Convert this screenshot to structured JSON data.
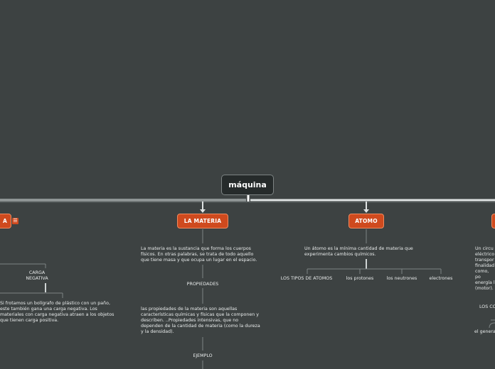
{
  "root": {
    "label": "máquina"
  },
  "topics": {
    "left_partial": "A",
    "materia": "LA MATERIA",
    "atomo": "ATOMO",
    "right_partial": ""
  },
  "left_branch": {
    "carga_negativa": "CARGA\nNEGATIVA",
    "boligrafo_text": "Si frotamos un bolígrafo de plástico con un paño,\neste también gana una carga negativa. Los\nmateriales con carga negativa atraen a los objetos\nque tienen carga positiva."
  },
  "materia_branch": {
    "definition": "La materia es la sustancia que forma los cuerpos\nfísicos. En otras palabras, se trata de todo aquello\nque tiene masa y que ocupa un lugar en el espacio.",
    "propiedades": "PROPIEDADES",
    "propiedades_text": "las propiedades de la materia son aquellas\ncaracterísticas químicas y físicas que la componen y\ndescriben. ..Propiedades intensivas, que no\ndependen de la cantidad de materia (como la dureza\ny la densidad).",
    "ejemplo": "EJEMPLO"
  },
  "atomo_branch": {
    "definition": "Un átomo es la mínima cantidad de materia que\nexperimenta cambios químicos.",
    "tipos": "LOS TIPOS DE ATOMOS",
    "protones": "los protones",
    "neutrones": "los neutrones",
    "electrones": "electrones"
  },
  "right_branch": {
    "text": "Un circu\neléctrico\ntranspor\nfinalidad\ncomo, po\nenergía l\n(motor).",
    "los_co": "LOS CO",
    "el_genera": "el genera"
  }
}
